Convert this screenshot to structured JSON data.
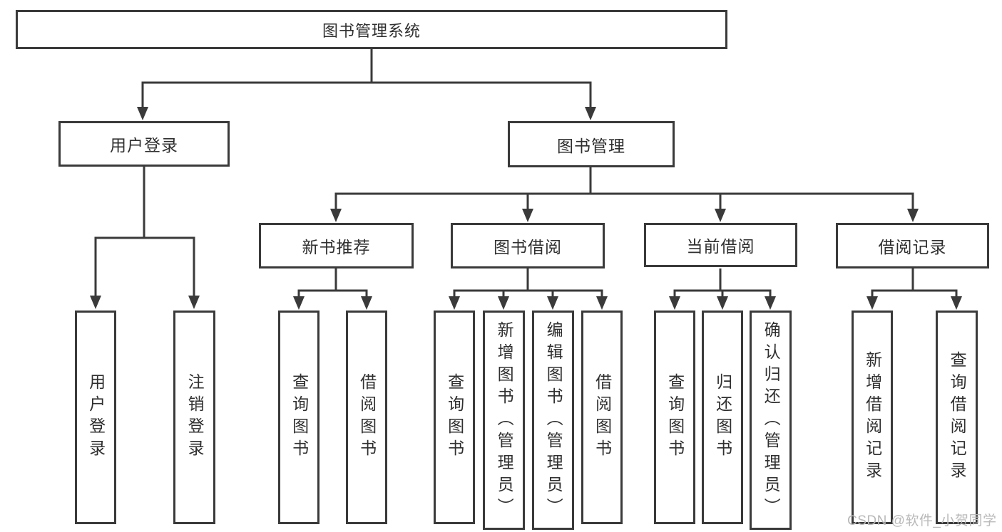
{
  "diagram": {
    "type": "hierarchy-tree",
    "tree": {
      "label": "图书管理系统",
      "children": [
        {
          "label": "用户登录",
          "children": [
            {
              "label": "用户登录"
            },
            {
              "label": "注销登录"
            }
          ]
        },
        {
          "label": "图书管理",
          "children": [
            {
              "label": "新书推荐",
              "children": [
                {
                  "label": "查询图书"
                },
                {
                  "label": "借阅图书"
                }
              ]
            },
            {
              "label": "图书借阅",
              "children": [
                {
                  "label": "查询图书"
                },
                {
                  "label": "新增图书（管理员）"
                },
                {
                  "label": "编辑图书（管理员）"
                },
                {
                  "label": "借阅图书"
                }
              ]
            },
            {
              "label": "当前借阅",
              "children": [
                {
                  "label": "查询图书"
                },
                {
                  "label": "归还图书"
                },
                {
                  "label": "确认归还（管理员）"
                }
              ]
            },
            {
              "label": "借阅记录",
              "children": [
                {
                  "label": "新增借阅记录"
                },
                {
                  "label": "查询借阅记录"
                }
              ]
            }
          ]
        }
      ]
    }
  },
  "colors": {
    "line": "#3a3a3a",
    "box_border": "#3a3a3a",
    "text": "#2f2f2f",
    "box_background": "#ffffff",
    "page_background": "#ffffff",
    "watermark": "#b9b9b9"
  },
  "watermark": "CSDN @软件_小贺同学"
}
